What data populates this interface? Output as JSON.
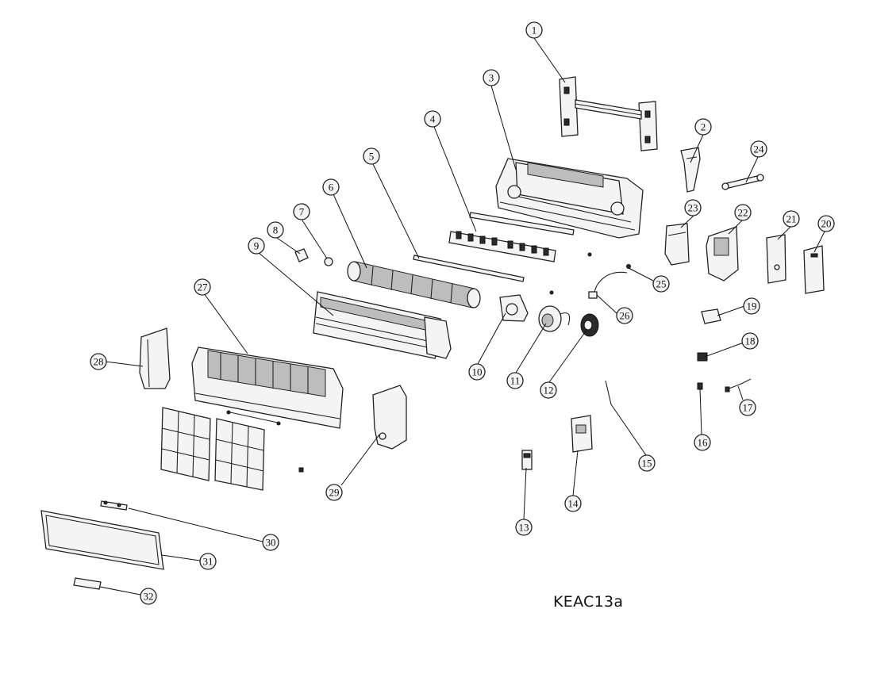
{
  "diagram": {
    "document_code": "KEAC13a",
    "callouts": [
      "1",
      "2",
      "3",
      "4",
      "5",
      "6",
      "7",
      "8",
      "9",
      "10",
      "11",
      "12",
      "13",
      "14",
      "15",
      "16",
      "17",
      "18",
      "19",
      "20",
      "21",
      "22",
      "23",
      "24",
      "25",
      "26",
      "27",
      "28",
      "29",
      "30",
      "31",
      "32"
    ]
  }
}
